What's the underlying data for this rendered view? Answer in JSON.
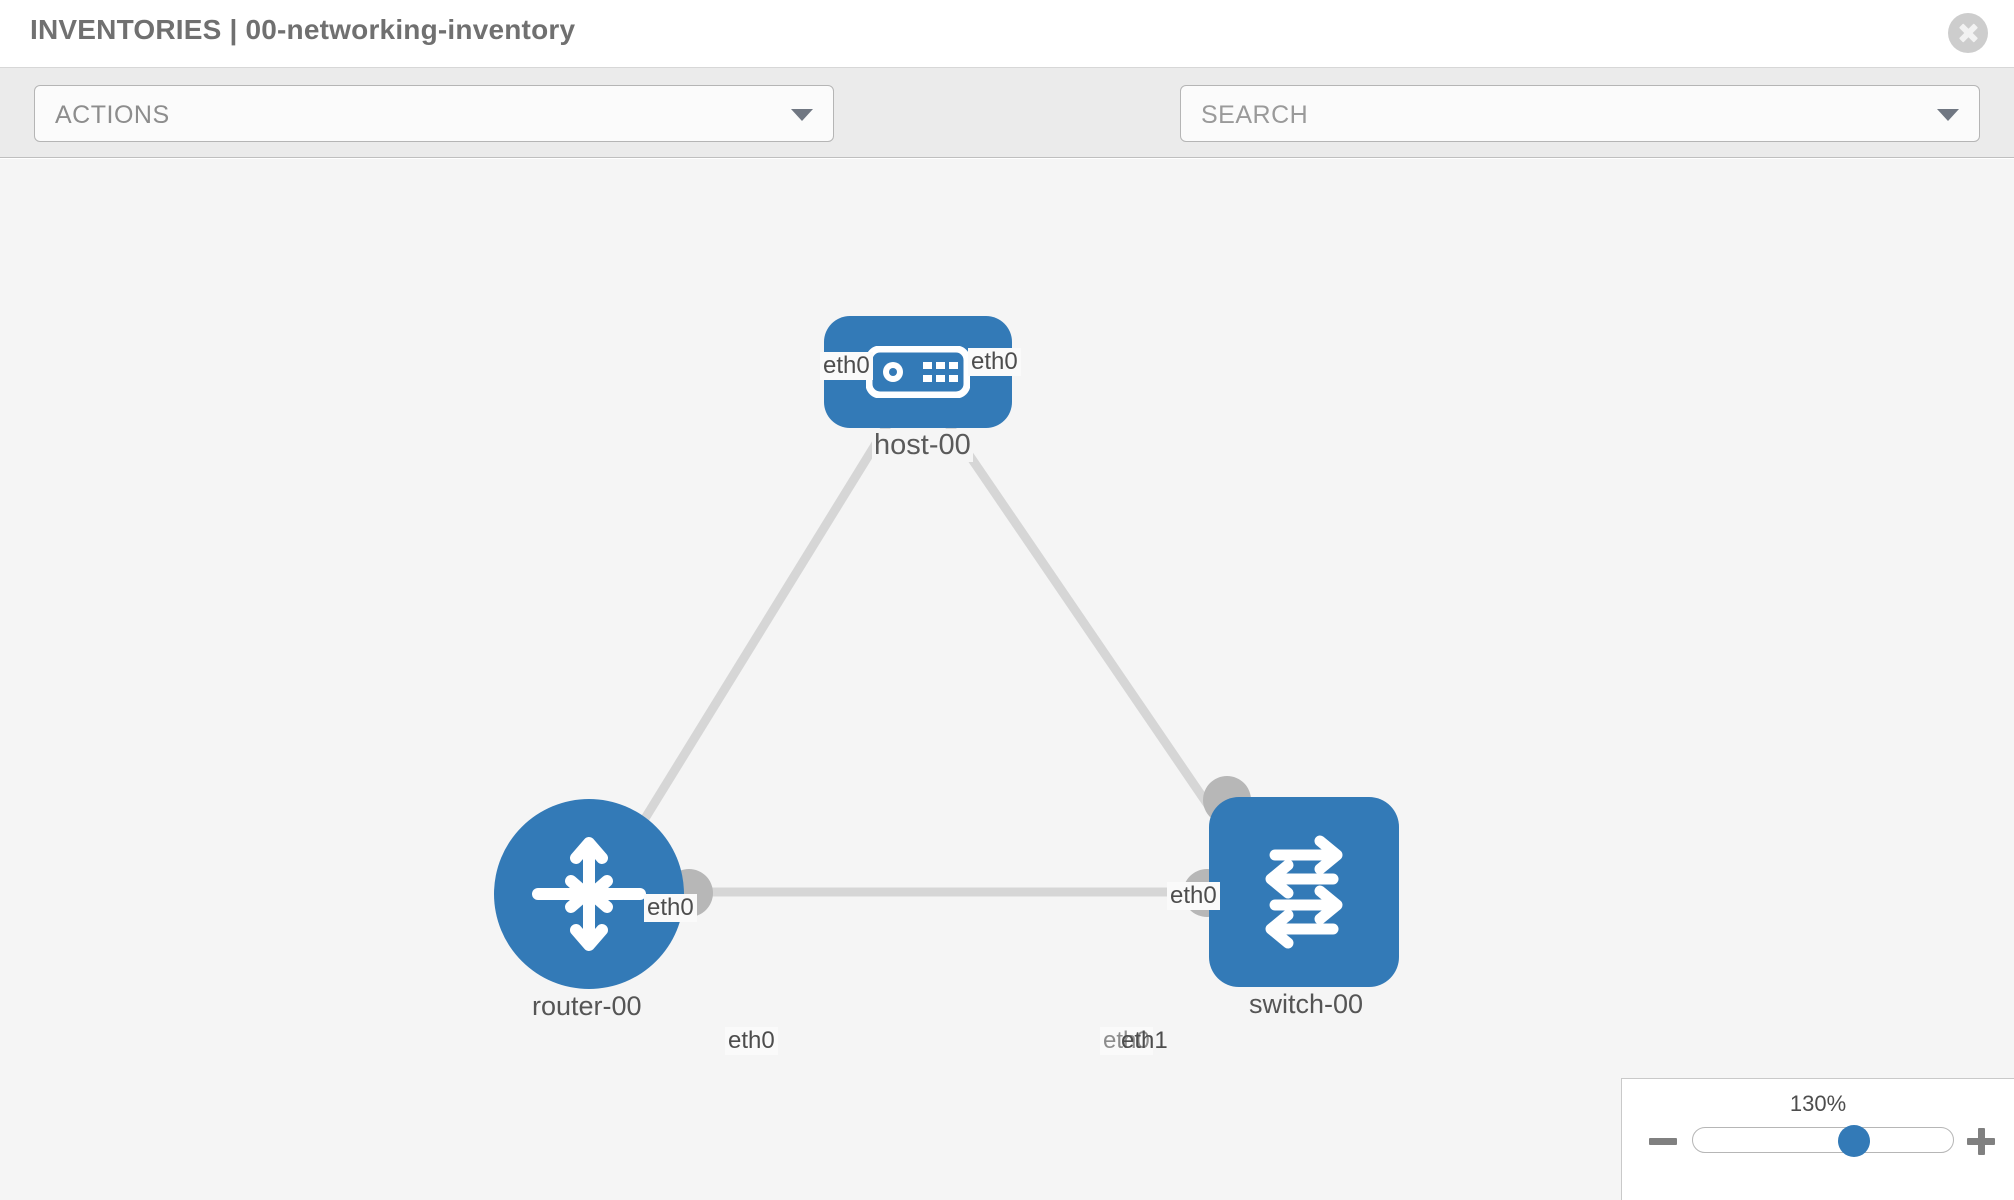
{
  "header": {
    "title": "INVENTORIES | 00-networking-inventory",
    "close_icon": "close-circle-icon"
  },
  "toolbar": {
    "actions_label": "ACTIONS",
    "actions_caret_icon": "chevron-down-icon",
    "wrench_icon": "wrench-icon",
    "key_icon": "key-icon",
    "search_placeholder": "SEARCH",
    "search_caret_icon": "chevron-down-icon"
  },
  "topology": {
    "nodes": [
      {
        "id": "host-00",
        "label": "host-00",
        "type": "host",
        "icon": "server-appliance-icon",
        "color": "#337ab7"
      },
      {
        "id": "router-00",
        "label": "router-00",
        "type": "router",
        "icon": "four-arrows-router-icon",
        "color": "#337ab7"
      },
      {
        "id": "switch-00",
        "label": "switch-00",
        "type": "switch",
        "icon": "bidirectional-arrows-switch-icon",
        "color": "#337ab7"
      }
    ],
    "interface_labels": [
      {
        "id": "host-left",
        "text": "eth0"
      },
      {
        "id": "host-right",
        "text": "eth0"
      },
      {
        "id": "router-upper",
        "text": "eth0"
      },
      {
        "id": "switch-upper",
        "text": "eth0"
      },
      {
        "id": "router-right",
        "text": "eth0"
      },
      {
        "id": "switch-left-ghost",
        "text": "eth0"
      },
      {
        "id": "switch-left",
        "text": "eth1"
      }
    ],
    "links": [
      {
        "from": "host-00",
        "to": "router-00",
        "from_iface": "eth0",
        "to_iface": "eth0"
      },
      {
        "from": "host-00",
        "to": "switch-00",
        "from_iface": "eth0",
        "to_iface": "eth0"
      },
      {
        "from": "router-00",
        "to": "switch-00",
        "from_iface": "eth0",
        "to_iface": "eth1"
      }
    ],
    "link_color": "#d6d6d6",
    "endpoint_color": "#b7b7b7"
  },
  "zoom_control": {
    "level": "130%",
    "minus_label": "minus-icon",
    "plus_label": "plus-icon"
  }
}
